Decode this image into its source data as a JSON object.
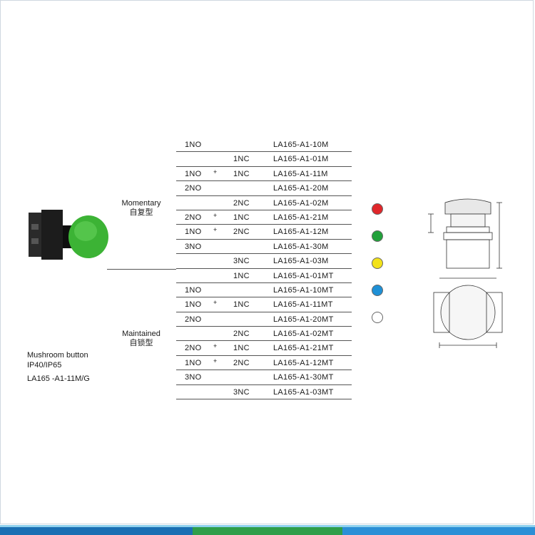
{
  "groups": {
    "momentary": {
      "label_en": "Momentary",
      "label_cn": "自复型"
    },
    "maintained": {
      "label_en": "Maintained",
      "label_cn": "自锁型"
    }
  },
  "rows": [
    {
      "no": "1NO",
      "plus": "",
      "nc": "",
      "model": "LA165-A1-10M"
    },
    {
      "no": "",
      "plus": "",
      "nc": "1NC",
      "model": "LA165-A1-01M"
    },
    {
      "no": "1NO",
      "plus": "+",
      "nc": "1NC",
      "model": "LA165-A1-11M"
    },
    {
      "no": "2NO",
      "plus": "",
      "nc": "",
      "model": "LA165-A1-20M"
    },
    {
      "no": "",
      "plus": "",
      "nc": "2NC",
      "model": "LA165-A1-02M"
    },
    {
      "no": "2NO",
      "plus": "+",
      "nc": "1NC",
      "model": "LA165-A1-21M"
    },
    {
      "no": "1NO",
      "plus": "+",
      "nc": "2NC",
      "model": "LA165-A1-12M"
    },
    {
      "no": "3NO",
      "plus": "",
      "nc": "",
      "model": "LA165-A1-30M"
    },
    {
      "no": "",
      "plus": "",
      "nc": "3NC",
      "model": "LA165-A1-03M"
    },
    {
      "no": "",
      "plus": "",
      "nc": "1NC",
      "model": "LA165-A1-01MT"
    },
    {
      "no": "1NO",
      "plus": "",
      "nc": "",
      "model": "LA165-A1-10MT"
    },
    {
      "no": "1NO",
      "plus": "+",
      "nc": "1NC",
      "model": "LA165-A1-11MT"
    },
    {
      "no": "2NO",
      "plus": "",
      "nc": "",
      "model": "LA165-A1-20MT"
    },
    {
      "no": "",
      "plus": "",
      "nc": "2NC",
      "model": "LA165-A1-02MT"
    },
    {
      "no": "2NO",
      "plus": "+",
      "nc": "1NC",
      "model": "LA165-A1-21MT"
    },
    {
      "no": "1NO",
      "plus": "+",
      "nc": "2NC",
      "model": "LA165-A1-12MT"
    },
    {
      "no": "3NO",
      "plus": "",
      "nc": "",
      "model": "LA165-A1-30MT"
    },
    {
      "no": "",
      "plus": "",
      "nc": "3NC",
      "model": "LA165-A1-03MT"
    }
  ],
  "product": {
    "name": "Mushroom button",
    "protection": "IP40/IP65",
    "model": "LA165 -A1-11M/G"
  },
  "colors": [
    "#e0262a",
    "#22a13b",
    "#f2e21a",
    "#1e90d6",
    "#ffffff"
  ],
  "icons": [
    "mushroom-button-photo",
    "dimension-drawing"
  ]
}
